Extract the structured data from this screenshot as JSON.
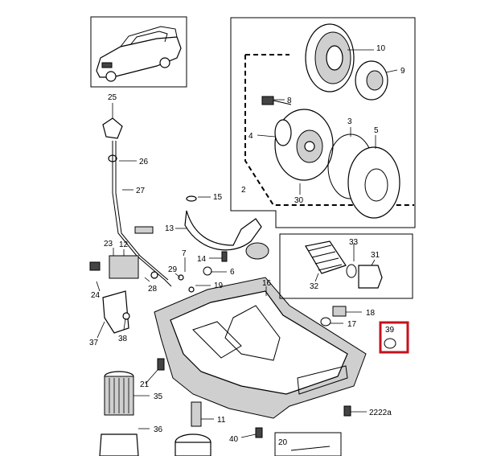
{
  "accent_color": "#c4121c",
  "callouts": [
    "10",
    "9",
    "8",
    "4",
    "3",
    "5",
    "2",
    "30",
    "25",
    "26",
    "27",
    "15",
    "13",
    "23",
    "12",
    "7",
    "14",
    "6",
    "29",
    "19",
    "28",
    "24",
    "37",
    "38",
    "16",
    "33",
    "31",
    "32",
    "18",
    "17",
    "39",
    "21",
    "35",
    "11",
    "36",
    "40",
    "2222a",
    "20"
  ],
  "highlighted_callout": "39",
  "icons": {
    "car": "car-thumbnail-icon",
    "pump": "oil-pump-icon",
    "sump": "oil-sump-icon",
    "filter": "oil-filter-icon"
  }
}
